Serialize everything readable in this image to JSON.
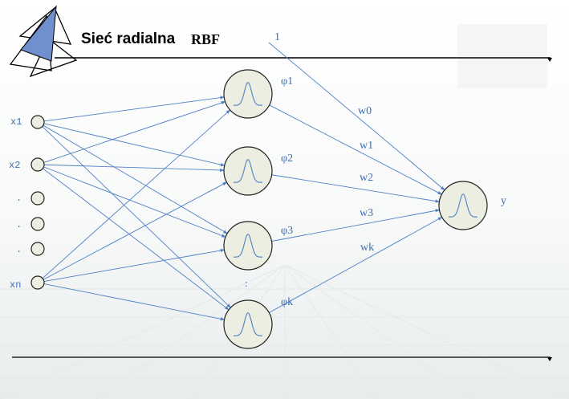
{
  "title": {
    "text": "Sieć radialna",
    "suffix": "RBF"
  },
  "bias_label": "1",
  "inputs": [
    {
      "label": "x1"
    },
    {
      "label": "x2"
    },
    {
      "label": "."
    },
    {
      "label": "."
    },
    {
      "label": "."
    },
    {
      "label": "xn"
    }
  ],
  "hidden": [
    {
      "label": "φ1"
    },
    {
      "label": "φ2"
    },
    {
      "label": "φ3"
    },
    {
      "label": "φk"
    }
  ],
  "hidden_ellipsis": ":",
  "weights": [
    "w0",
    "w1",
    "w2",
    "w3",
    "wk"
  ],
  "output": {
    "label": "y"
  },
  "colors": {
    "line": "#4f7fc4",
    "node_fill": "#ebeee0",
    "node_stroke": "#222222",
    "label": "#3b6fb5",
    "logo_blue": "#6f8fcf",
    "background_grid": "#e4e9ea"
  }
}
